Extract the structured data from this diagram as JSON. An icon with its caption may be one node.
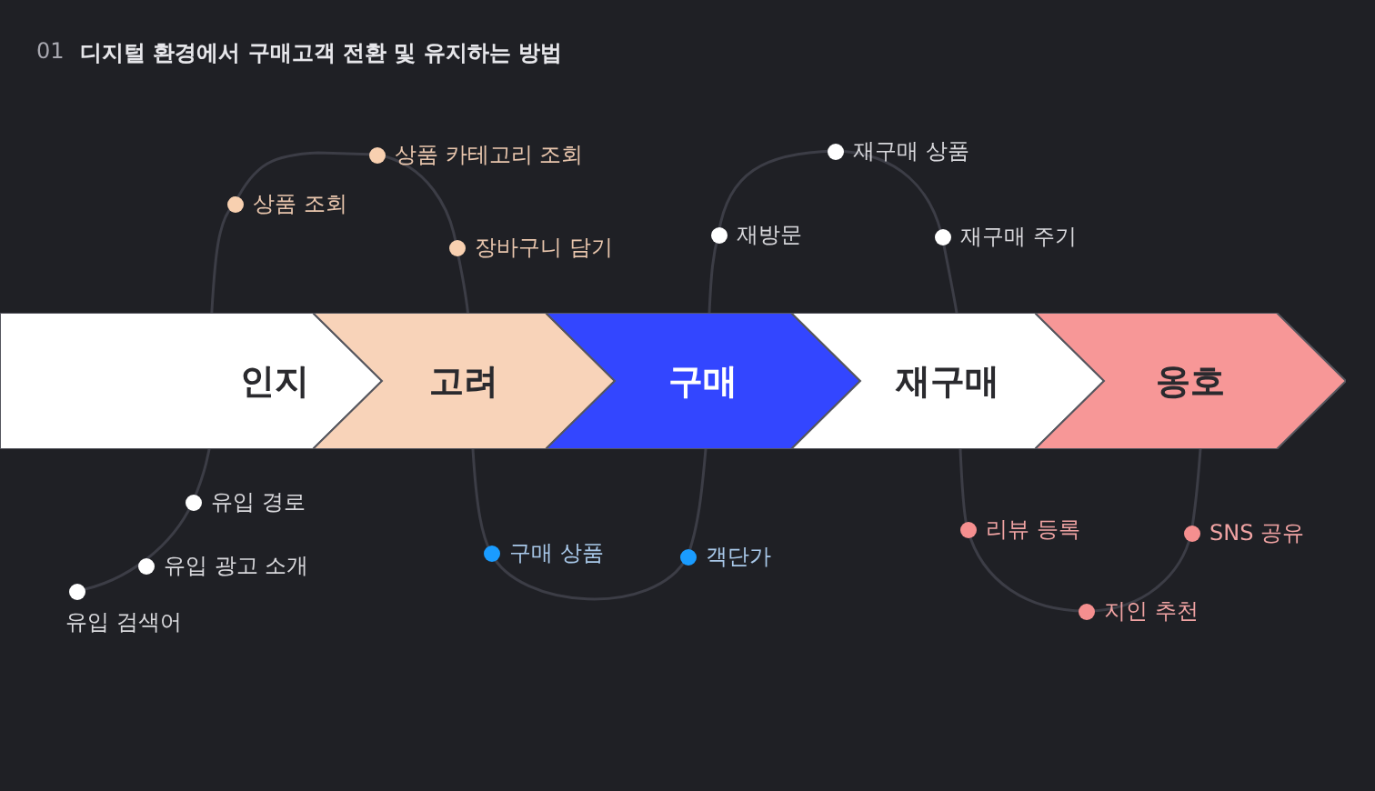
{
  "diagram": {
    "title": "디지털 환경에서 구매고객 전환 및 유지하는 방법",
    "nodes": [
      {
        "text": [
          "인지"
        ]
      },
      {
        "text": [
          "고려"
        ]
      },
      {
        "text": [
          "구매"
        ]
      },
      {
        "text": [
          "재구매"
        ]
      },
      {
        "text": [
          "옹호"
        ]
      }
    ],
    "labels": [
      "01",
      "상품 카테고리 조회",
      "재구매 상품",
      "상품 조회",
      "재방문",
      "재구매 주기",
      "장바구니 담기",
      "유입 경로",
      "리뷰 등록",
      "SNS 공유",
      "구매 상품",
      "객단가",
      "유입 광고 소개",
      "지인 추천",
      "유입 검색어"
    ]
  }
}
